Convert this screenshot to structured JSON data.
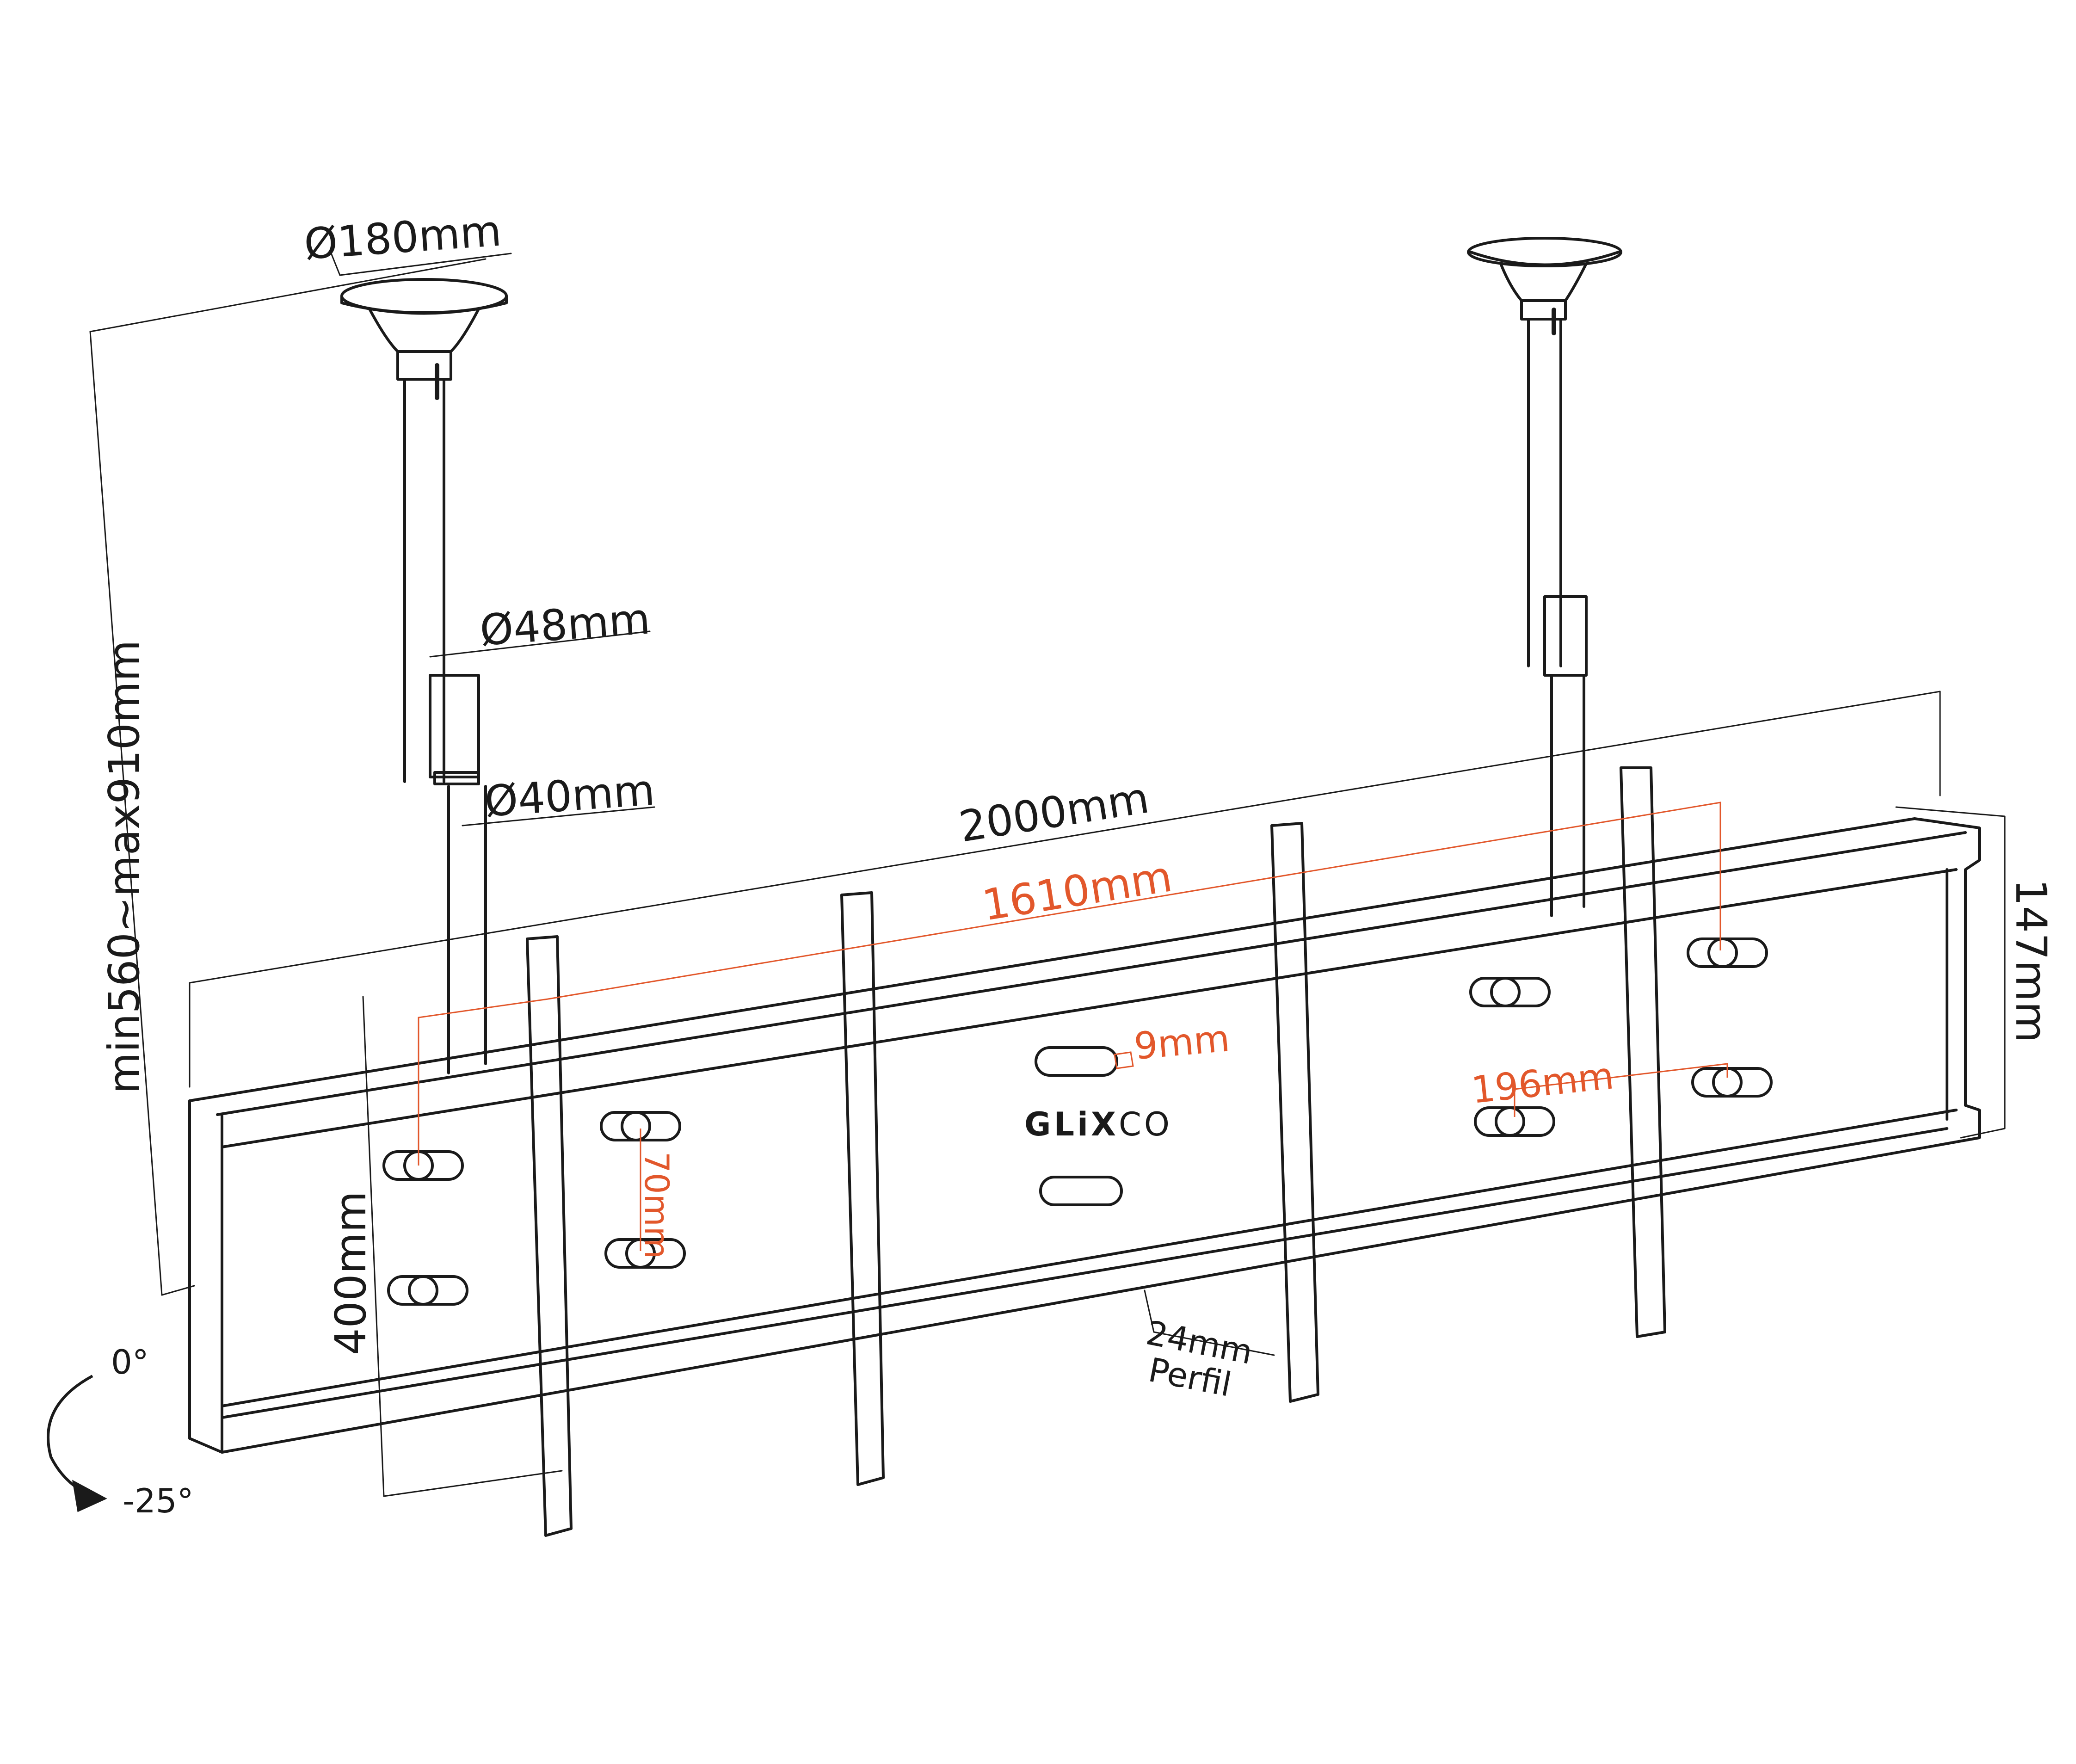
{
  "labels": {
    "plate_diameter": "Ø180mm",
    "outer_tube_diameter": "Ø48mm",
    "inner_tube_diameter": "Ø40mm",
    "extension": "min560~max910mm",
    "overall_width": "2000mm",
    "hole_spacing_h": "1610mm",
    "profile_height": "147mm",
    "slot_width": "9mm",
    "vesa_h_small": "196mm",
    "vesa_v_small": "70mm",
    "vesa_v_large": "400mm",
    "profile_depth": "24mm",
    "profile_word": "Perfil",
    "tilt_top": "0°",
    "tilt_bottom": "-25°"
  },
  "brand": {
    "logo_bold": "GLiX",
    "logo_light": "CO"
  },
  "colors": {
    "line": "#1a1a1a",
    "accent": "#e2572b"
  }
}
